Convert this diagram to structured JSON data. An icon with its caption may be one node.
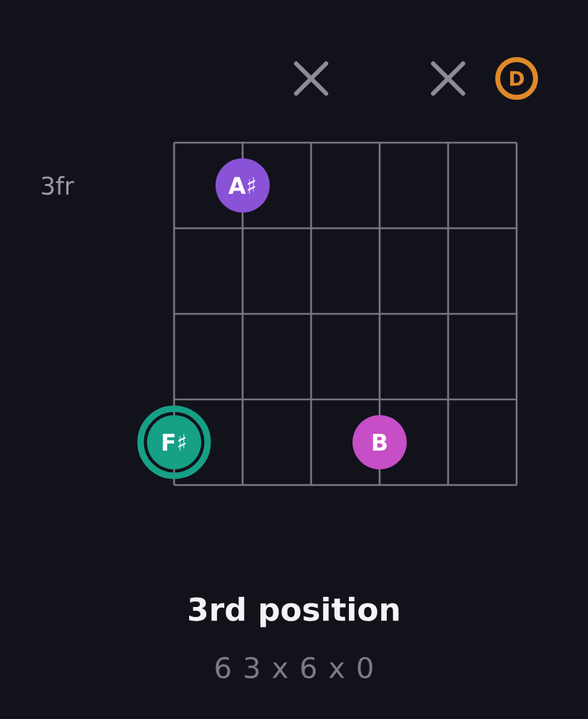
{
  "diagram": {
    "title": "3rd position",
    "nodes": [
      {
        "text": [
          "D"
        ]
      },
      {
        "text": [
          "A♯"
        ]
      },
      {
        "text": [
          "F♯"
        ]
      },
      {
        "text": [
          "B"
        ]
      }
    ],
    "labels": [
      "3fr",
      "6 3 x 6 x 0"
    ]
  }
}
